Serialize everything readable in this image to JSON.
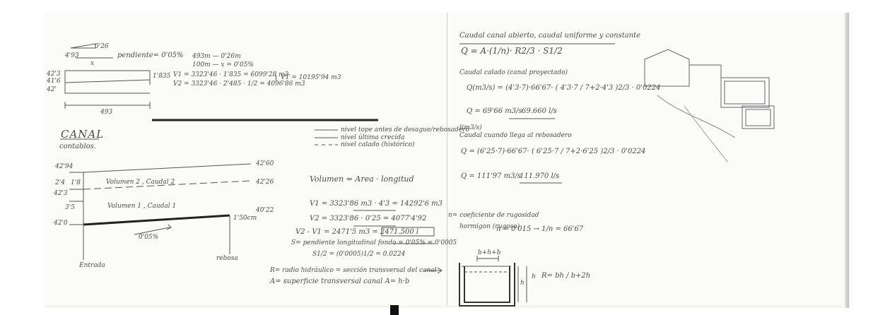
{
  "left_page": {
    "slope_note": {
      "run": "4'93",
      "drop": "0'26",
      "x": "x",
      "pendiente": "pendiente= 0'05%"
    },
    "scale_calc": {
      "line1": "493m — 0'26m",
      "line2": "100m — x = 0'05%"
    },
    "volume_calc": {
      "v1": "V1 = 3323'46 · 1'835 = 6099'28 m3",
      "v2": "V2 = 3323'46 · 2'485 · 1/2 = 4096'86 m3",
      "vt": "VT = 10195'94 m3"
    },
    "section_a": {
      "levels": [
        "42'3",
        "41'6",
        "42'"
      ],
      "dim_right": "1'835",
      "width": "493"
    },
    "canal_title": "CANAL",
    "canal_subtitle": "contablos.",
    "legend": {
      "line1": "nivel tope antes de desague/rebosadero",
      "line2": "nivel última crecida",
      "line3": "nivel calado (histórico)"
    },
    "section_b": {
      "left_levels": [
        "42'94",
        "42'3",
        "42'0"
      ],
      "left_dims": [
        "2'4",
        "1'8",
        "3'5"
      ],
      "volumen2": "Volumen 2 , Caudal 2",
      "volumen1": "Volumen 1 , Caudal 1",
      "right_levels": [
        "42'60",
        "42'26",
        "40'22"
      ],
      "end_note": "1'50cm",
      "slope": "0'05%",
      "bottom_left": "Entrada",
      "bottom_right": "rebosa"
    },
    "vol_formula": "Volumen = Area · longitud",
    "v_calcs": [
      "V1 = 3323'86 m3 · 4'3 = 14292'6 m3",
      "V2 = 3323'86 · 0'25 = 4077'4'92",
      "V2 - V1 = 2471'5 m3 = 2471.500 l"
    ],
    "s_def": "S= pendiente longitudinal fondo = 0'05% = 0'0005",
    "s_calc": "S1/2 = (0'0005)1/2 = 0.0224",
    "r_def": "R= radio hidráulico = sección transversal del canal",
    "a_def": "A= superficie transversal canal   A= h·b"
  },
  "right_page": {
    "heading": "Caudal canal abierto, caudal uniforme y constante",
    "manning": "Q = A·(1/n)· R2/3 · S1/2",
    "sub1": "Caudal calado (canal proyectado)",
    "q1": "Q(m3/s) = (4'3·7)·66'67· ( 4'3·7 / 7+2·4'3 )2/3 · 0'0224",
    "q1_result_a": "Q = 69'66 m3/s",
    "q1_result_b": "69.660 l/s",
    "units_note": "l(m3/s)",
    "sub2": "Caudal cuando llega al rebosadero",
    "q2": "Q = (6'25·7)·66'67· ( 6'25·7 / 7+2·6'25 )2/3 · 0'0224",
    "q2_result_a": "Q = 111'97 m3/s",
    "q2_result_b": "111.970 l/s",
    "n_def": "n= coeficiente de rugosidad",
    "n_value_a": "hormigon (rugoso)",
    "n_value_b": "n = 0'015 → 1/n = 66'67",
    "diagram": {
      "top": "b+h+b",
      "h_left": "h",
      "h_right": "h",
      "r_formula": "R= bh / b+2h"
    }
  }
}
